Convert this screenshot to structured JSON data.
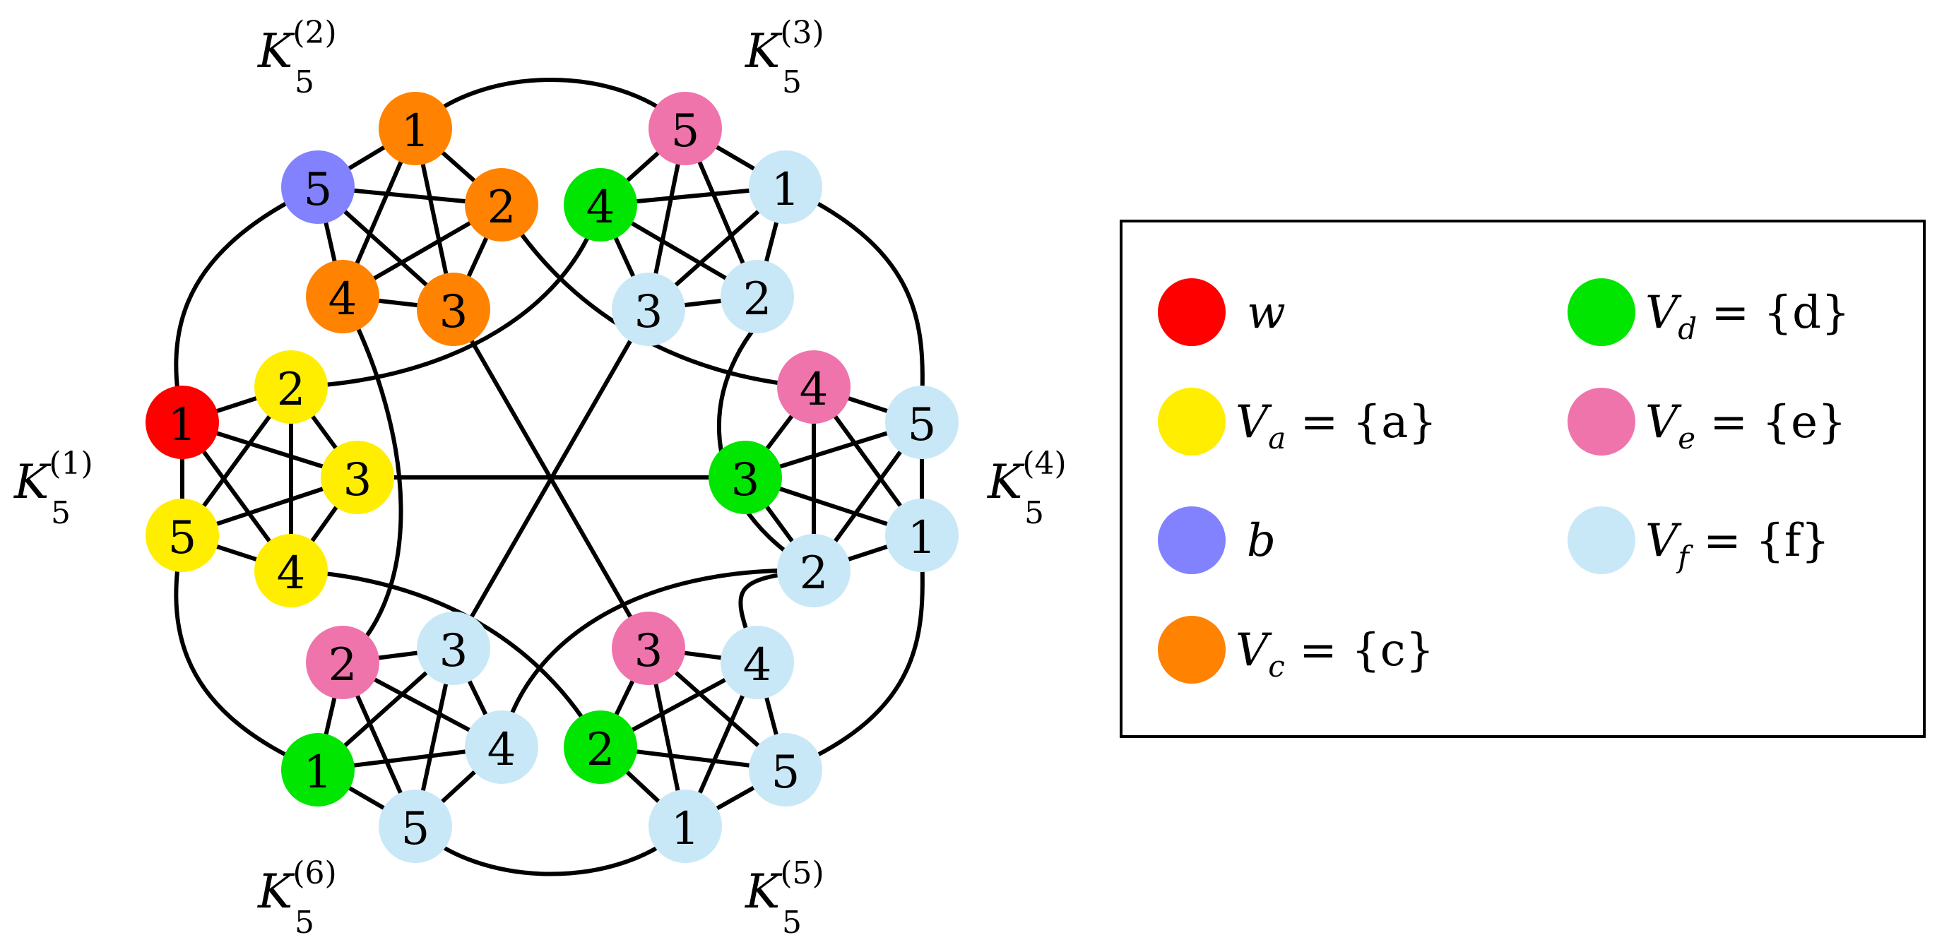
{
  "colors": {
    "red": "#ff0000",
    "yellow": "#ffee00",
    "blue": "#8282ff",
    "orange": "#ff8200",
    "green": "#00e600",
    "pink": "#f074ac",
    "lightblue": "#c9e8f7"
  },
  "groups": [
    {
      "base": "K",
      "sub": "5",
      "sup": "(1)"
    },
    {
      "base": "K",
      "sub": "5",
      "sup": "(2)"
    },
    {
      "base": "K",
      "sub": "5",
      "sup": "(3)"
    },
    {
      "base": "K",
      "sub": "5",
      "sup": "(4)"
    },
    {
      "base": "K",
      "sub": "5",
      "sup": "(5)"
    },
    {
      "base": "K",
      "sub": "5",
      "sup": "(6)"
    }
  ],
  "nodes": [
    {
      "label": "1",
      "color": "red"
    },
    {
      "label": "2",
      "color": "yellow"
    },
    {
      "label": "3",
      "color": "yellow"
    },
    {
      "label": "4",
      "color": "yellow"
    },
    {
      "label": "5",
      "color": "yellow"
    },
    {
      "label": "1",
      "color": "orange"
    },
    {
      "label": "2",
      "color": "orange"
    },
    {
      "label": "3",
      "color": "orange"
    },
    {
      "label": "4",
      "color": "orange"
    },
    {
      "label": "5",
      "color": "blue"
    },
    {
      "label": "5",
      "color": "pink"
    },
    {
      "label": "1",
      "color": "lightblue"
    },
    {
      "label": "2",
      "color": "lightblue"
    },
    {
      "label": "3",
      "color": "lightblue"
    },
    {
      "label": "4",
      "color": "green"
    },
    {
      "label": "4",
      "color": "pink"
    },
    {
      "label": "5",
      "color": "lightblue"
    },
    {
      "label": "1",
      "color": "lightblue"
    },
    {
      "label": "2",
      "color": "lightblue"
    },
    {
      "label": "3",
      "color": "green"
    },
    {
      "label": "3",
      "color": "pink"
    },
    {
      "label": "4",
      "color": "lightblue"
    },
    {
      "label": "5",
      "color": "lightblue"
    },
    {
      "label": "1",
      "color": "lightblue"
    },
    {
      "label": "2",
      "color": "green"
    },
    {
      "label": "2",
      "color": "pink"
    },
    {
      "label": "3",
      "color": "lightblue"
    },
    {
      "label": "4",
      "color": "lightblue"
    },
    {
      "label": "5",
      "color": "lightblue"
    },
    {
      "label": "1",
      "color": "green"
    }
  ],
  "legend": [
    {
      "color": "red",
      "symbol": "w",
      "subscript": "",
      "rhs": ""
    },
    {
      "color": "yellow",
      "symbol": "V",
      "subscript": "a",
      "rhs": " = {a}"
    },
    {
      "color": "blue",
      "symbol": "b",
      "subscript": "",
      "rhs": ""
    },
    {
      "color": "orange",
      "symbol": "V",
      "subscript": "c",
      "rhs": " = {c}"
    },
    {
      "color": "green",
      "symbol": "V",
      "subscript": "d",
      "rhs": " = {d}"
    },
    {
      "color": "pink",
      "symbol": "V",
      "subscript": "e",
      "rhs": " = {e}"
    },
    {
      "color": "lightblue",
      "symbol": "V",
      "subscript": "f",
      "rhs": " = {f}"
    }
  ]
}
